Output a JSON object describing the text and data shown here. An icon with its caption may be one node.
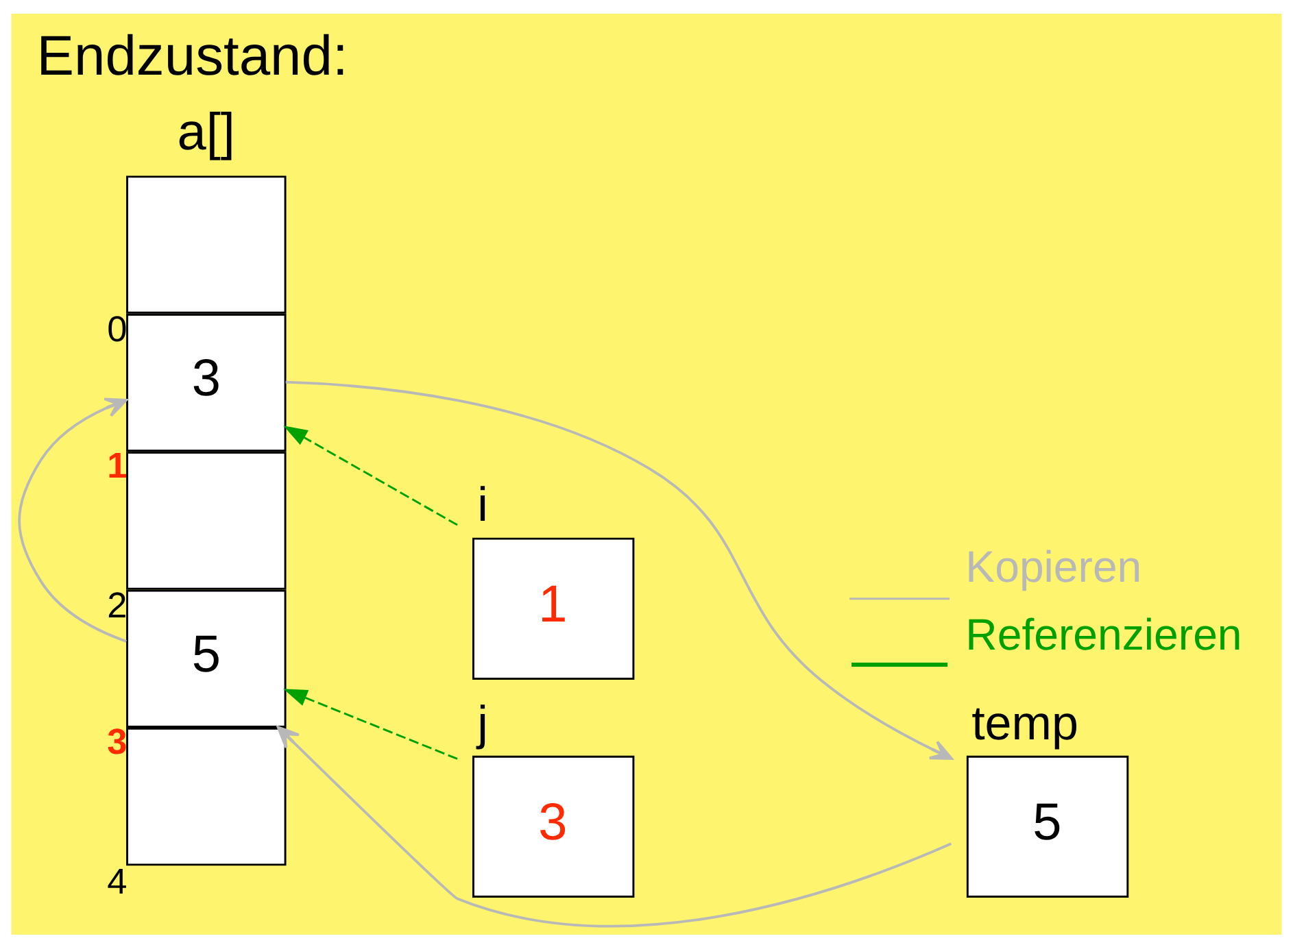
{
  "diagram": {
    "title": "Endzustand:",
    "nodes": [
      {
        "text": [],
        "shape": "box",
        "beside": [
          "0"
        ]
      },
      {
        "text": [
          "3"
        ],
        "beside": [
          "1"
        ]
      },
      {
        "text": [],
        "shape": "box",
        "beside": [
          "2"
        ]
      },
      {
        "text": [
          "5"
        ],
        "beside": [
          "3"
        ]
      },
      {
        "text": [],
        "shape": "box",
        "beside": [
          "4"
        ]
      },
      {
        "text": [
          "i",
          "1"
        ]
      },
      {
        "text": [
          "j",
          "3"
        ]
      },
      {
        "text": [
          "temp",
          "5"
        ]
      }
    ],
    "edges": [
      {
        "from": 1,
        "to": 7,
        "arrow": "to"
      },
      {
        "from": 7,
        "to": 3,
        "arrow": "to"
      },
      {
        "from": 3,
        "to": 1,
        "arrow": "to"
      },
      {
        "from": 5,
        "to": 1,
        "arrow": "to",
        "style": "dashed",
        "color": "#00a000"
      },
      {
        "from": 6,
        "to": 3,
        "arrow": "to",
        "style": "dashed",
        "color": "#00a000"
      }
    ],
    "labels": [
      "a[]"
    ],
    "legend": [
      {
        "text": "Kopieren"
      },
      {
        "text": "Referenzieren"
      }
    ]
  }
}
